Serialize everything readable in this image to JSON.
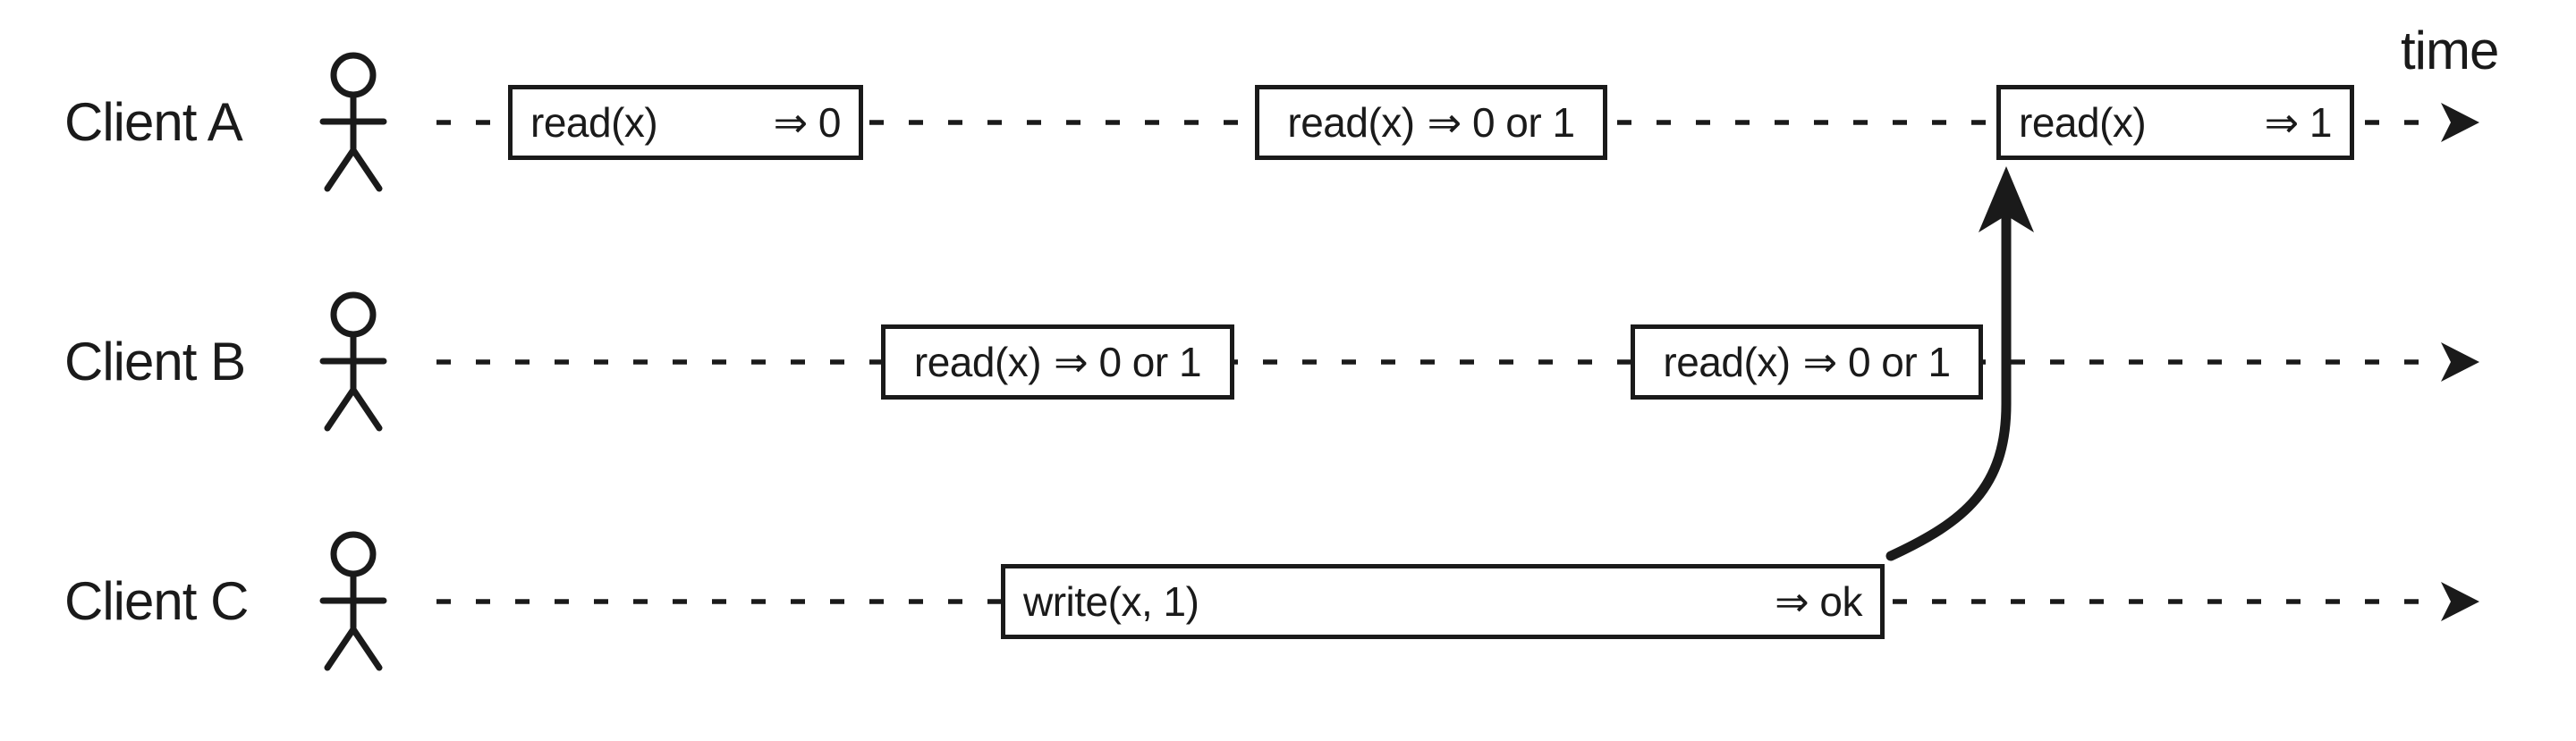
{
  "diagram": {
    "time_label": "time",
    "rows": [
      {
        "label": "Client A",
        "boxes": [
          {
            "op": "read(x)",
            "result": "⇒ 0"
          },
          {
            "op": "read(x)",
            "result": "⇒ 0 or 1"
          },
          {
            "op": "read(x)",
            "result": "⇒ 1"
          }
        ]
      },
      {
        "label": "Client B",
        "boxes": [
          {
            "op": "read(x)",
            "result": "⇒ 0 or 1"
          },
          {
            "op": "read(x)",
            "result": "⇒ 0 or 1"
          }
        ]
      },
      {
        "label": "Client C",
        "boxes": [
          {
            "op": "write(x, 1)",
            "result": "⇒ ok"
          }
        ]
      }
    ],
    "colors": {
      "ink": "#1a1a1a",
      "background": "#ffffff"
    }
  }
}
